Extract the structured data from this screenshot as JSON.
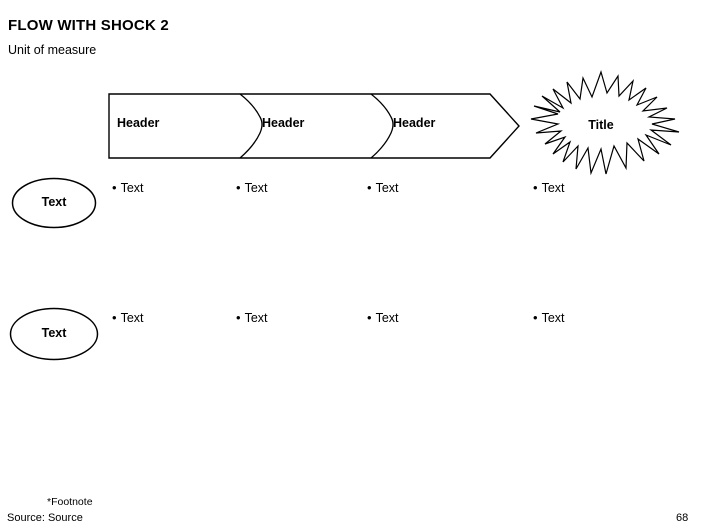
{
  "slide": {
    "title": "FLOW WITH SHOCK 2",
    "subtitle": "Unit of measure",
    "page_number": "68"
  },
  "flow_banner": {
    "segments": [
      {
        "label": "Header"
      },
      {
        "label": "Header"
      },
      {
        "label": "Header"
      }
    ]
  },
  "starburst": {
    "label": "Title",
    "shape": "explosion-star-icon"
  },
  "row_labels": [
    {
      "label": "Text",
      "shape": "ellipse-icon"
    },
    {
      "label": "Text",
      "shape": "ellipse-icon"
    }
  ],
  "bullet_rows": [
    {
      "items": [
        {
          "bullet": "•",
          "label": "Text"
        },
        {
          "bullet": "•",
          "label": "Text"
        },
        {
          "bullet": "•",
          "label": "Text"
        },
        {
          "bullet": "•",
          "label": "Text"
        }
      ]
    },
    {
      "items": [
        {
          "bullet": "•",
          "label": "Text"
        },
        {
          "bullet": "•",
          "label": "Text"
        },
        {
          "bullet": "•",
          "label": "Text"
        },
        {
          "bullet": "•",
          "label": "Text"
        }
      ]
    }
  ],
  "footer": {
    "footnote": "*Footnote",
    "source": "Source: Source"
  },
  "colors": {
    "background": "#ffffff",
    "foreground": "#000000",
    "stroke": "#000000"
  }
}
